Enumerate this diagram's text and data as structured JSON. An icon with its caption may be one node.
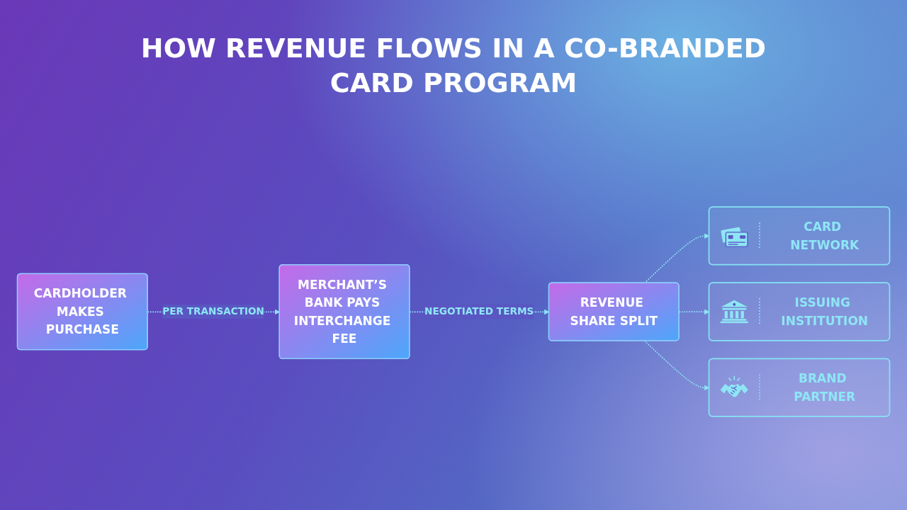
{
  "diagram": {
    "title": "HOW REVENUE FLOWS IN A CO-BRANDED CARD PROGRAM",
    "nodes": [
      {
        "text": [
          "CARDHOLDER MAKES PURCHASE"
        ]
      },
      {
        "text": [
          "MERCHANT’S BANK PAYS INTERCHANGE FEE"
        ]
      },
      {
        "text": [
          "REVENUE SHARE SPLIT"
        ]
      },
      {
        "text": [
          "CARD NETWORK"
        ]
      },
      {
        "text": [
          "ISSUING INSTITUTION"
        ]
      },
      {
        "text": [
          "BRAND PARTNER"
        ]
      }
    ],
    "edges": [
      {
        "from": 0,
        "to": 1,
        "arrow": "to",
        "label": "PER TRANSACTION",
        "style": "dashed"
      },
      {
        "from": 1,
        "to": 2,
        "arrow": "to",
        "label": "NEGOTIATED TERMS",
        "style": "dashed"
      },
      {
        "from": 2,
        "to": 3,
        "arrow": "to",
        "style": "dashed"
      },
      {
        "from": 2,
        "to": 4,
        "arrow": "to",
        "style": "dashed"
      },
      {
        "from": 2,
        "to": 5,
        "arrow": "to",
        "style": "dashed"
      }
    ]
  }
}
